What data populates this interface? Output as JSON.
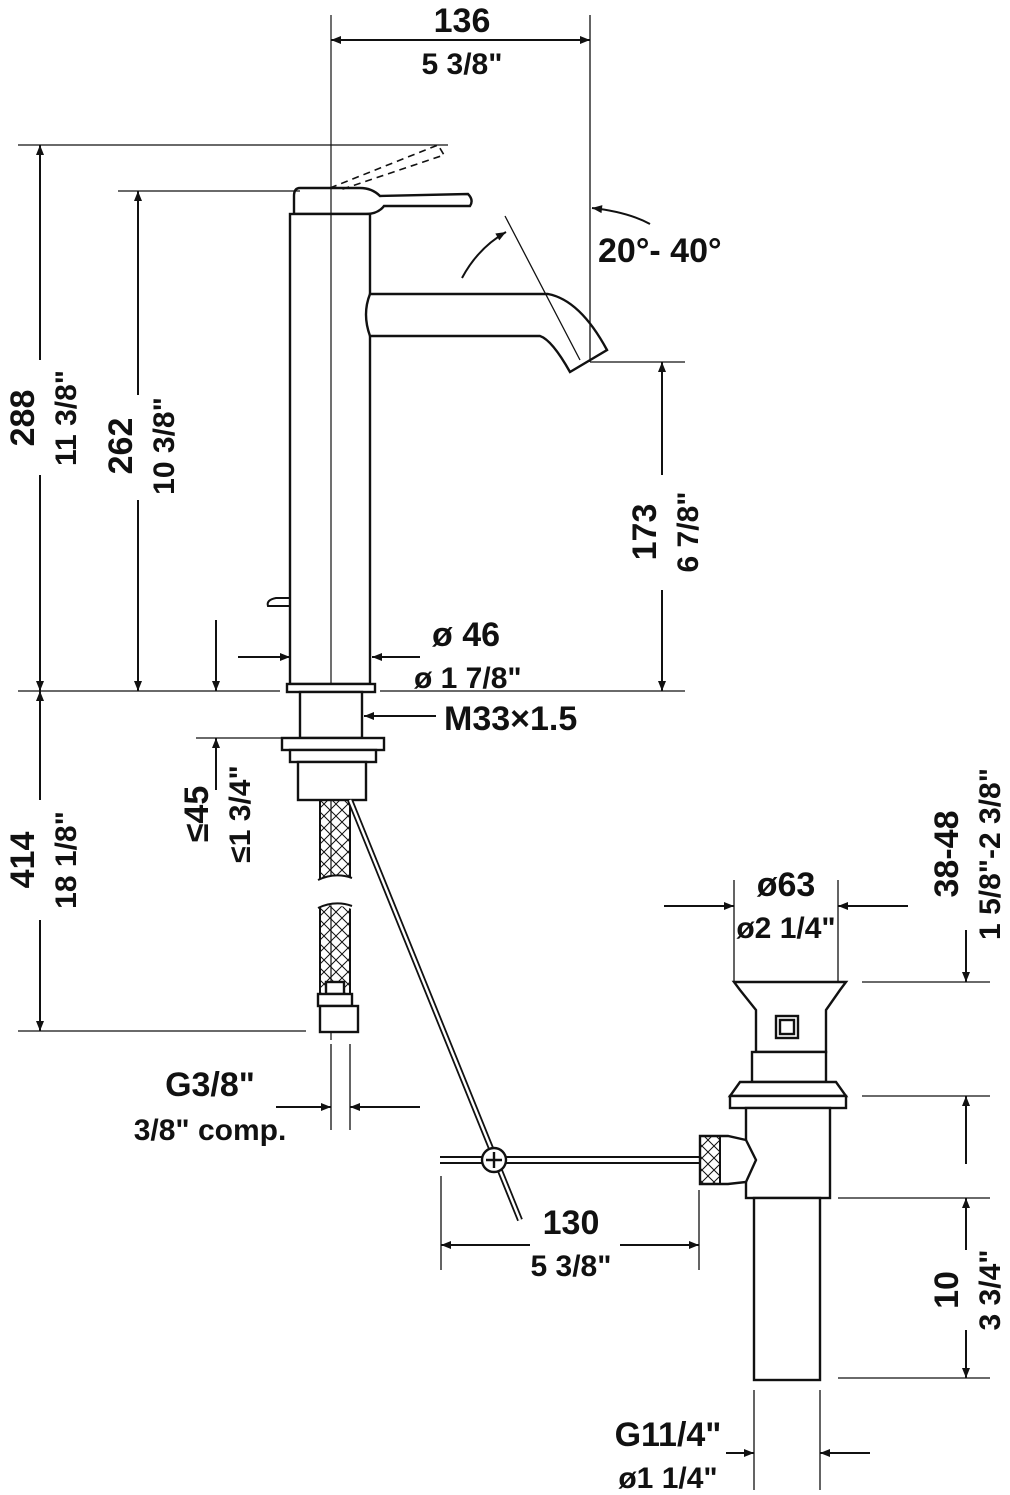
{
  "drawing": {
    "spout_reach_mm": "136",
    "spout_reach_in": "5 3/8\"",
    "spout_angle": "20°- 40°",
    "total_height_mm": "288",
    "total_height_in": "11 3/8\"",
    "body_height_mm": "262",
    "body_height_in": "10 3/8\"",
    "spout_height_mm": "173",
    "spout_height_in": "6 7/8\"",
    "body_diameter_mm": "ø 46",
    "body_diameter_in": "ø 1 7/8\"",
    "thread": "M33×1.5",
    "hose_length_mm": "414",
    "hose_length_in": "18 1/8\"",
    "deck_thickness_mm": "≤45",
    "deck_thickness_in": "≤1 3/4\"",
    "connection_thread": "G3/8\"",
    "connection_comp": "3/8\" comp.",
    "waste_diameter_mm": "ø63",
    "waste_diameter_in": "ø2 1/4\"",
    "waste_range_mm": "38-48",
    "waste_range_in": "1 5/8\"-2 3/8\"",
    "pull_rod_mm": "130",
    "pull_rod_in": "5 3/8\"",
    "tailpiece_mm": "10",
    "tailpiece_in": "3 3/4\"",
    "tailpiece_thread": "G11/4\"",
    "tailpiece_diameter": "ø1 1/4\""
  }
}
